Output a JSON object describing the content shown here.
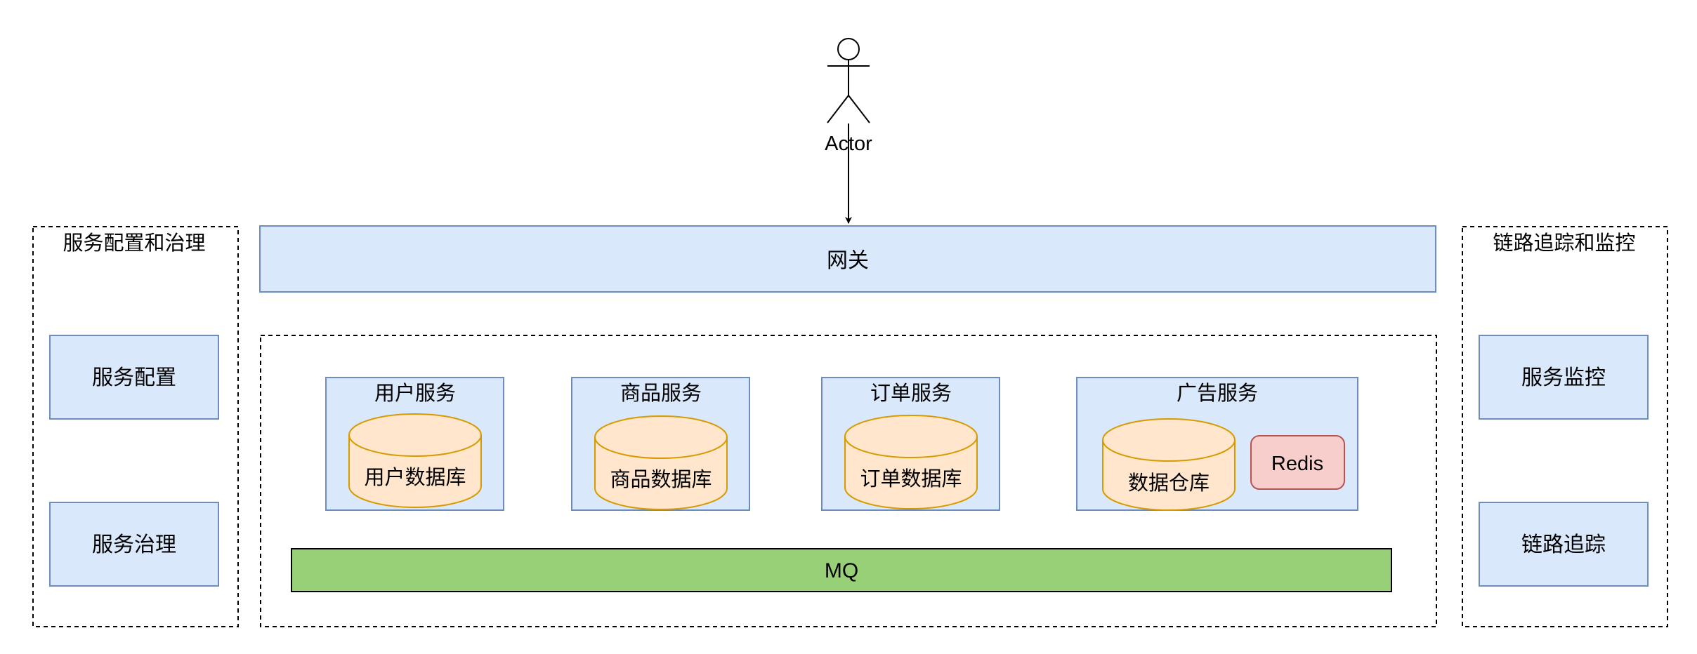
{
  "actor": {
    "label": "Actor"
  },
  "gateway": {
    "label": "网关"
  },
  "left_panel": {
    "title": "服务配置和治理",
    "items": [
      {
        "label": "服务配置"
      },
      {
        "label": "服务治理"
      }
    ]
  },
  "right_panel": {
    "title": "链路追踪和监控",
    "items": [
      {
        "label": "服务监控"
      },
      {
        "label": "链路追踪"
      }
    ]
  },
  "services": [
    {
      "name": "用户服务",
      "db": "用户数据库"
    },
    {
      "name": "商品服务",
      "db": "商品数据库"
    },
    {
      "name": "订单服务",
      "db": "订单数据库"
    },
    {
      "name": "广告服务",
      "db": "数据仓库",
      "cache": "Redis"
    }
  ],
  "mq": {
    "label": "MQ"
  },
  "colors": {
    "blue_fill": "#dae8fc",
    "blue_stroke": "#6c8ebf",
    "db_fill": "#ffe6cc",
    "db_stroke": "#d79b00",
    "redis_fill": "#f8cecc",
    "redis_stroke": "#b85450",
    "mq_fill": "#97d077",
    "mq_stroke": "#000000",
    "dashed_stroke": "#000000"
  }
}
